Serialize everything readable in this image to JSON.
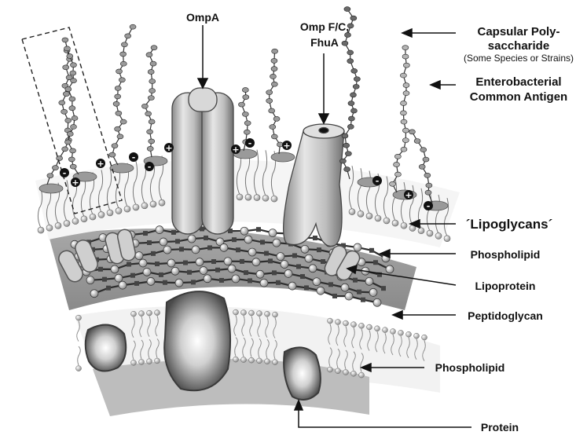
{
  "labels": {
    "ompa": "OmpA",
    "ompfc_line1": "Omp F/C,",
    "ompfc_line2": "FhuA",
    "capsular_line1": "Capsular Poly-",
    "capsular_line2": "saccharide",
    "capsular_note": "(Some Species or Strains)",
    "eca_line1": "Enterobacterial",
    "eca_line2": "Common Antigen",
    "lipoglycans": "´Lipoglycans´",
    "phospholipid_outer": "Phospholipid",
    "lipoprotein": "Lipoprotein",
    "peptidoglycan": "Peptidoglycan",
    "phospholipid_inner": "Phospholipid",
    "protein": "Protein"
  },
  "colors": {
    "background": "#ffffff",
    "ink": "#111111",
    "membrane_gray": "#9a9a9a",
    "protein_dark": "#555555"
  }
}
